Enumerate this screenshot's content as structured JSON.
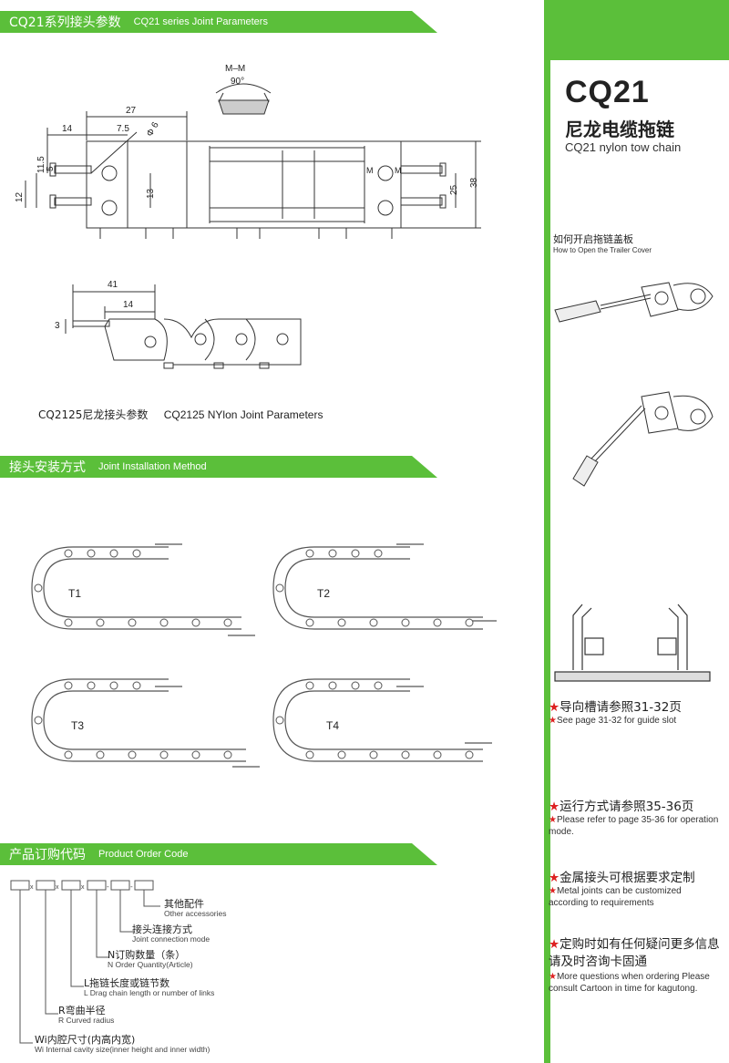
{
  "sections": {
    "joint_params": {
      "zh": "CQ21系列接头参数",
      "en": "CQ21 series Joint Parameters"
    },
    "installation": {
      "zh": "接头安装方式",
      "en": "Joint Installation Method"
    },
    "order_code": {
      "zh": "产品订购代码",
      "en": "Product Order Code"
    }
  },
  "drawing1": {
    "section_label": "M–M",
    "angle": "90°",
    "dims": {
      "d27": "27",
      "d14": "14",
      "d7_5": "7.5",
      "phi6": "Φ 6",
      "d11_5": "11.5",
      "d5": "5",
      "d12": "12",
      "d13": "13",
      "d25": "25",
      "d38": "38",
      "m": "M"
    }
  },
  "drawing2": {
    "dims": {
      "d41": "41",
      "d14": "14",
      "d3": "3"
    },
    "caption_zh": "CQ2125尼龙接头参数",
    "caption_en": "CQ2125 NYlon Joint Parameters"
  },
  "install_types": [
    "T1",
    "T2",
    "T3",
    "T4"
  ],
  "order_code": {
    "separator": "x",
    "dash": "-",
    "items": [
      {
        "zh": "其他配件",
        "en": "Other accessories"
      },
      {
        "zh": "接头连接方式",
        "en": "Joint connection mode"
      },
      {
        "zh": "N订购数量（条）",
        "en": "N Order Quantity(Article)"
      },
      {
        "zh": "L拖链长度或链节数",
        "en": "L Drag chain length or number of links"
      },
      {
        "zh": "R弯曲半径",
        "en": "R Curved radius"
      },
      {
        "zh": "Wi内腔尺寸(内高内宽)",
        "en": "Wi Internal cavity size(inner height and inner width)"
      }
    ]
  },
  "right": {
    "model": "CQ21",
    "title_zh": "尼龙电缆拖链",
    "title_en": "CQ21 nylon tow chain",
    "howto_zh": "如何开启拖链盖板",
    "howto_en": "How to Open the Trailer Cover",
    "star": "★",
    "notes": [
      {
        "zh": "导向槽请参照31-32页",
        "en": "See page 31-32 for guide slot"
      },
      {
        "zh": "运行方式请参照35-36页",
        "en": "Please refer to page 35-36 for operation mode."
      },
      {
        "zh": "金属接头可根据要求定制",
        "en": "Metal joints can be customized according to requirements"
      },
      {
        "zh": "定购时如有任何疑问更多信息请及时咨询卡固通",
        "en": "More questions when ordering Please consult Cartoon in time for kagutong."
      }
    ]
  },
  "colors": {
    "accent": "#5bbf3a",
    "star": "#dd2222"
  }
}
